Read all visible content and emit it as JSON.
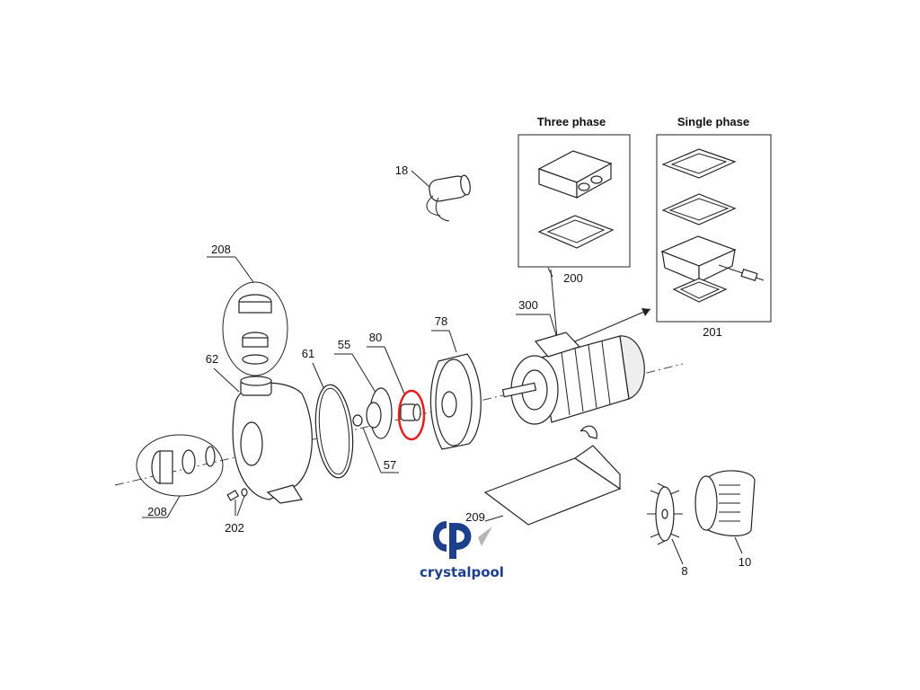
{
  "panels": {
    "three_phase": {
      "title": "Three phase",
      "label": "200"
    },
    "single_phase": {
      "title": "Single phase",
      "label": "201"
    }
  },
  "labels": {
    "p18": "18",
    "p208_top": "208",
    "p62": "62",
    "p61": "61",
    "p55": "55",
    "p80": "80",
    "p78": "78",
    "p300": "300",
    "p57": "57",
    "p208_bottom": "208",
    "p202": "202",
    "p209": "209",
    "p8": "8",
    "p10": "10"
  },
  "brand": {
    "name": "crystalpool",
    "monogram": "cp",
    "color": "#1e3f8c"
  },
  "highlight": {
    "part": "80",
    "color": "#e02020"
  }
}
